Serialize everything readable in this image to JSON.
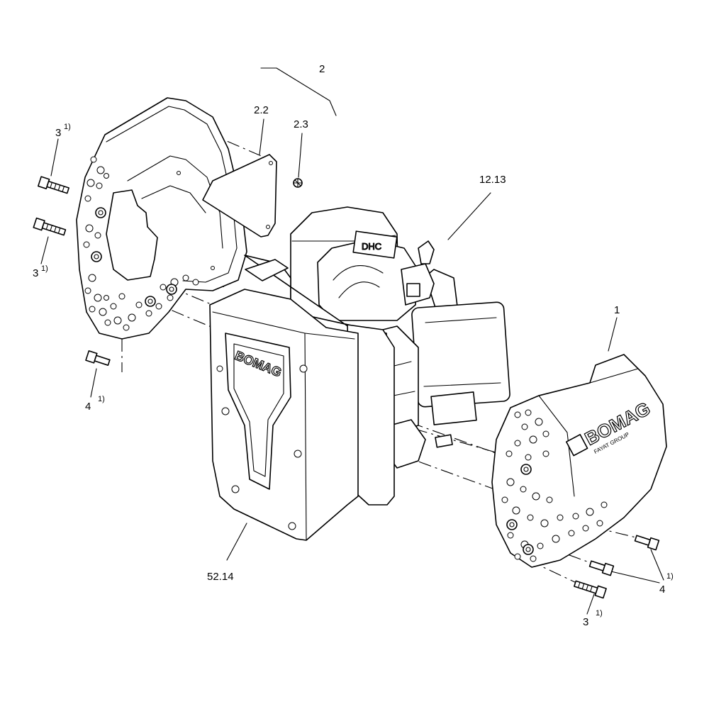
{
  "labels": {
    "assembly_2": "2",
    "part_2_2": "2.2",
    "part_2_3": "2.3",
    "part_12_13": "12.13",
    "part_1": "1",
    "part_52_14": "52.14",
    "bolt_3_upper_left": "3",
    "bolt_3_lower_left": "3",
    "bolt_4_left": "4",
    "bolt_4_right": "4",
    "bolt_3_right": "3"
  },
  "footnotes": {
    "upper_left": "1)",
    "lower_left": "1)",
    "left_4": "1)",
    "right_4": "1)",
    "right_3": "1)"
  },
  "logos": {
    "frame_logo": "BOMAG",
    "cover_logo": "BOMAG",
    "cover_sub": "FAYAT GROUP"
  }
}
